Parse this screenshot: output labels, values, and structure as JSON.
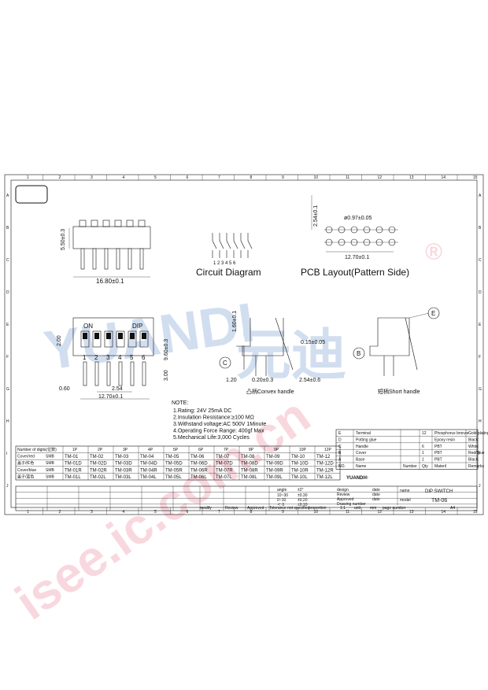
{
  "border": {
    "columns": [
      "1",
      "2",
      "3",
      "4",
      "5",
      "6",
      "7",
      "8",
      "9",
      "10",
      "11",
      "12",
      "13",
      "14",
      "15"
    ],
    "rows": [
      "A",
      "B",
      "C",
      "D",
      "E",
      "F",
      "G",
      "H",
      "I",
      "J"
    ]
  },
  "top_view": {
    "height_dim": "5.50±0.3",
    "width_dim": "16.80±0.1"
  },
  "circuit": {
    "title": "Circuit Diagram",
    "pin_labels": [
      "1",
      "2",
      "3",
      "4",
      "5",
      "6"
    ]
  },
  "pcb": {
    "title": "PCB Layout(Pattern Side)",
    "hole_dim": "ø0.97±0.05",
    "pitch_dim": "2.54±0.1",
    "width_dim": "12.70±0.1"
  },
  "front_view": {
    "on_label": "ON",
    "dip_label": "DIP",
    "positions": [
      "1",
      "2",
      "3",
      "4",
      "5",
      "6"
    ],
    "dim_left": "2.00",
    "dim_right": "9.60±0.3",
    "dim_bottom_right": "3.00",
    "dim_pin_w": "0.60",
    "dim_pitch": "2.54",
    "dim_span": "12.70±0.1"
  },
  "side_convex": {
    "dim_top": "1.60±0.1",
    "dim_angle": "0.15±0.05",
    "dim_base": "1.20",
    "dim_mid": "0.20±0.3",
    "dim_right": "2.54±0.6",
    "callout": "C",
    "label": "凸柄Convex handle"
  },
  "side_short": {
    "callout_b": "B",
    "callout_e": "E",
    "label": "短柄Short handle"
  },
  "notes": {
    "heading": "NOTE:",
    "lines": [
      "1.Rating: 24V 25mA DC",
      "2.Insulation Resistance:≥100 MΩ",
      "3.Withstand voltage:AC 500V 1Minute",
      "4.Operating Force Range: 400gf Max",
      "5.Mechanical Life:3,000 Cycles"
    ]
  },
  "model_table": {
    "header_label": "Number of digits(位数)",
    "positions": [
      "1P",
      "2P",
      "3P",
      "4P",
      "5P",
      "6P",
      "7P",
      "8P",
      "9P",
      "10P",
      "12P"
    ],
    "rows": [
      {
        "label": "Cover/red",
        "sub": "SMB",
        "values": [
          "TM-01",
          "TM-02",
          "TM-03",
          "TM-04",
          "TM-05",
          "TM-06",
          "TM-07",
          "TM-08",
          "TM-09",
          "TM-10",
          "TM-12"
        ]
      },
      {
        "label": "盖子/红色",
        "sub": "SMB",
        "values": [
          "TM-01D",
          "TM-02D",
          "TM-03D",
          "TM-04D",
          "TM-05D",
          "TM-06D",
          "TM-07D",
          "TM-08D",
          "TM-09D",
          "TM-10D",
          "TM-12D"
        ]
      },
      {
        "label": "Cover/blue",
        "sub": "SMB",
        "values": [
          "TM-01R",
          "TM-02R",
          "TM-03R",
          "TM-04R",
          "TM-05R",
          "TM-06R",
          "TM-07R",
          "TM-08R",
          "TM-09R",
          "TM-10R",
          "TM-12R"
        ]
      },
      {
        "label": "盖子/蓝色",
        "sub": "SMB",
        "values": [
          "TM-01L",
          "TM-02L",
          "TM-03L",
          "TM-04L",
          "TM-05L",
          "TM-06L",
          "TM-07L",
          "TM-08L",
          "TM-09L",
          "TM-10L",
          "TM-12L"
        ]
      }
    ]
  },
  "bom": {
    "rows": [
      {
        "no": "E",
        "name": "Terminal",
        "number": "",
        "qty": "12",
        "material": "Phosphorus bronze",
        "remarks": "Gold plating"
      },
      {
        "no": "D",
        "name": "Potting glue",
        "number": "",
        "qty": "",
        "material": "Epoxy resin",
        "remarks": "Black"
      },
      {
        "no": "C",
        "name": "Handle",
        "number": "",
        "qty": "6",
        "material": "PBT",
        "remarks": "White"
      },
      {
        "no": "B",
        "name": "Cover",
        "number": "",
        "qty": "1",
        "material": "PBT",
        "remarks": "Red/Blue"
      },
      {
        "no": "A",
        "name": "Base",
        "number": "",
        "qty": "1",
        "material": "PBT",
        "remarks": "Black"
      }
    ],
    "header": {
      "no": "NO.",
      "name": "Name",
      "number": "Number",
      "qty": "Qty",
      "material": "Materil",
      "remarks": "Remarks"
    }
  },
  "logo": {
    "text": "YUANDI®"
  },
  "title_block": {
    "tolerance_heads": [
      "angle",
      "±2°"
    ],
    "tolerance_rows": [
      [
        "10~30",
        "±0.30"
      ],
      [
        "0~10",
        "±0.20"
      ],
      [
        "＜ 0",
        "±0.10"
      ]
    ],
    "sign_rows": [
      "design",
      "Review",
      "Approved",
      "Drawing number"
    ],
    "date_label": "date",
    "name_label": "name",
    "name_value": "DIP SWITCH",
    "model_label": "model",
    "model_value": "TM-06",
    "bottom": [
      "modify",
      "Review",
      "Approved",
      "Tolerance not specified",
      "proportion",
      "1:1",
      "unit",
      "mm",
      "page number",
      "A4"
    ]
  },
  "watermark": {
    "text": "isee.ic.com.cn",
    "brand": "YUANDI",
    "chinese": "元迪",
    "mark": "®"
  }
}
